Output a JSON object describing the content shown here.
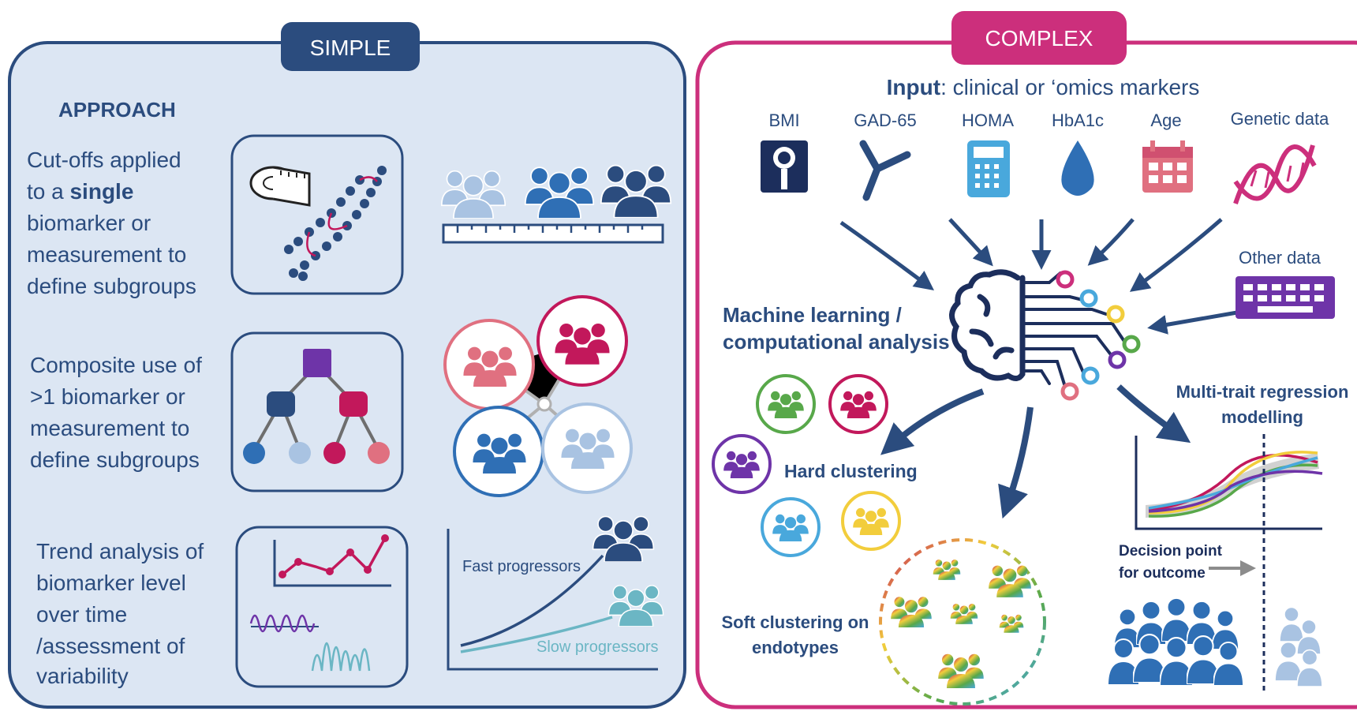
{
  "colors": {
    "navy": "#2b4c7e",
    "simple_bg": "#dce6f3",
    "complex_border": "#cc2f7c",
    "magenta": "#c2185b",
    "pink": "#e07080",
    "blue": "#2f6fb5",
    "lightblue": "#a9c3e2",
    "teal": "#6bb6c4",
    "green": "#58a84a",
    "purple": "#6e34a8",
    "cyan": "#49a8dc",
    "yellow": "#f2cd3c",
    "grey": "#b0b0b0"
  },
  "simple": {
    "title": "SIMPLE",
    "approach_heading": "APPROACH",
    "cutoffs": {
      "line1": "Cut-offs applied",
      "line2_pre": "to a ",
      "line2_bold": "single",
      "line3": "biomarker or",
      "line4": "measurement to",
      "line5": "define subgroups"
    },
    "composite": {
      "line1": "Composite use of",
      "line2": ">1 biomarker or",
      "line3": "measurement to",
      "line4": "define subgroups"
    },
    "trend": {
      "line1": "Trend analysis of",
      "line2": "biomarker level",
      "line3": "over time",
      "line4": "/assessment of",
      "line5": "variability"
    },
    "fast_label": "Fast progressors",
    "slow_label": "Slow progressors",
    "icons": [
      "tape-measure-icon",
      "dna-chain-icon",
      "people-group-icon",
      "ruler-icon",
      "decision-tree-icon",
      "line-chart-icon",
      "waveform-icon"
    ]
  },
  "complex": {
    "title": "COMPLEX",
    "input_bold": "Input",
    "input_rest": ": clinical or ‘omics markers",
    "markers": [
      {
        "label": "BMI",
        "icon": "scale-icon"
      },
      {
        "label": "GAD-65",
        "icon": "antibody-icon"
      },
      {
        "label": "HOMA",
        "icon": "calculator-icon"
      },
      {
        "label": "HbA1c",
        "icon": "blood-drop-icon"
      },
      {
        "label": "Age",
        "icon": "calendar-icon"
      },
      {
        "label": "Genetic data",
        "icon": "dna-helix-icon"
      }
    ],
    "other_data": "Other data",
    "ml_line1": "Machine learning /",
    "ml_line2": "computational analysis",
    "hard_clustering": "Hard clustering",
    "soft_line1": "Soft clustering on",
    "soft_line2": "endotypes",
    "regression_line1": "Multi-trait regression",
    "regression_line2": "modelling",
    "decision_line1": "Decision point",
    "decision_line2": "for outcome",
    "icons": [
      "brain-circuit-icon",
      "keyboard-icon",
      "people-group-icon",
      "regression-chart-icon",
      "crowd-icon"
    ]
  }
}
